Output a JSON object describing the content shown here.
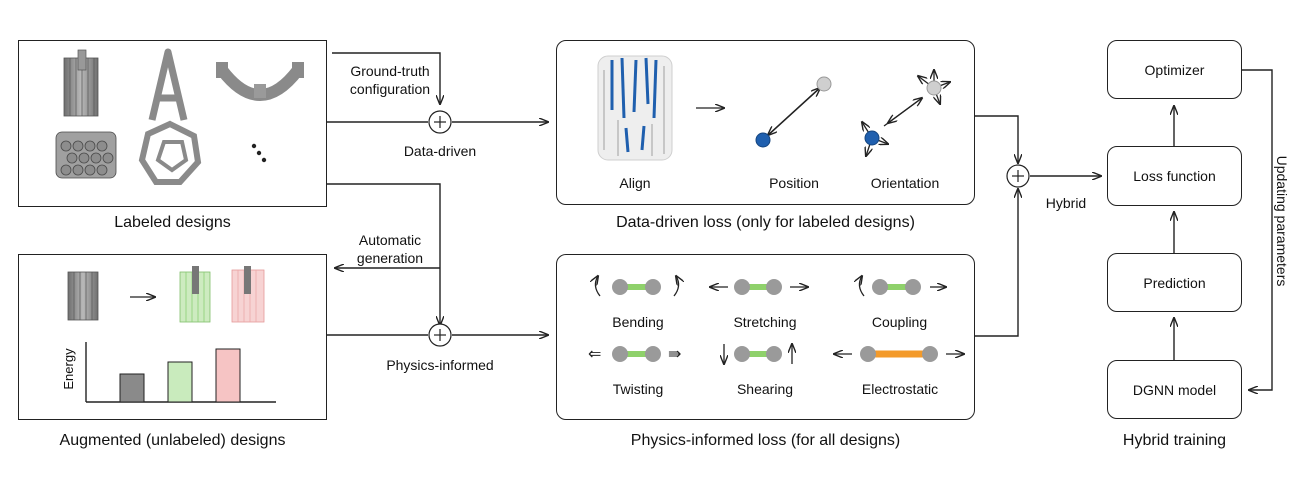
{
  "labeled_box": {
    "caption": "Labeled designs"
  },
  "augmented_box": {
    "caption": "Augmented (unlabeled) designs",
    "energy_axis_label": "Energy"
  },
  "arrows": {
    "ground_truth": "Ground-truth configuration",
    "data_driven": "Data-driven",
    "automatic_generation": "Automatic generation",
    "physics_informed": "Physics-informed",
    "hybrid": "Hybrid"
  },
  "data_driven_loss": {
    "caption": "Data-driven loss (only for labeled designs)",
    "items": [
      "Align",
      "Position",
      "Orientation"
    ]
  },
  "physics_loss": {
    "caption": "Physics-informed loss (for all designs)",
    "items": [
      "Bending",
      "Stretching",
      "Coupling",
      "Twisting",
      "Shearing",
      "Electrostatic"
    ]
  },
  "hybrid_training": {
    "caption": "Hybrid training",
    "steps": [
      "Optimizer",
      "Loss function",
      "Prediction",
      "DGNN model"
    ],
    "side_label": "Updating parameters"
  },
  "colors": {
    "blue": "#1f5fae",
    "green": "#8fd16b",
    "pink": "#f2b8b8",
    "orange": "#f39a2a",
    "gray": "#8a8a8a"
  }
}
